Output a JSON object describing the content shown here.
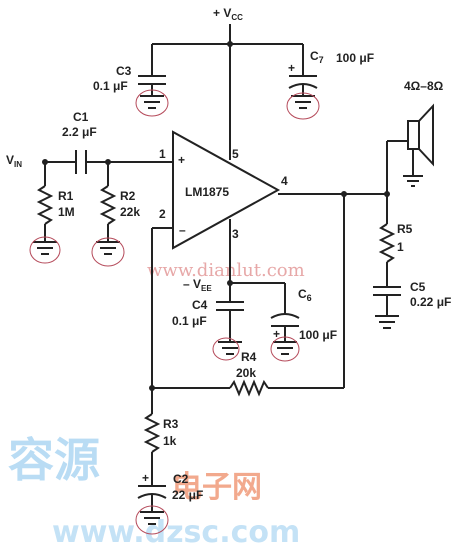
{
  "schematic": {
    "vcc": "+ V",
    "vcc_sub": "CC",
    "vin": "V",
    "vin_sub": "IN",
    "vee": "– V",
    "vee_sub": "EE",
    "opamp": "LM1875",
    "pin1": "1",
    "pin2": "2",
    "pin3": "3",
    "pin4": "4",
    "pin5": "5",
    "plus": "+",
    "minus": "–",
    "c1_ref": "C1",
    "c1_val": "2.2 μF",
    "c2_ref": "C2",
    "c2_val": "22 μF",
    "c3_ref": "C3",
    "c3_val": "0.1 μF",
    "c4_ref": "C4",
    "c4_val": "0.1 μF",
    "c5_ref": "C5",
    "c5_val": "0.22 μF",
    "c6_ref": "C",
    "c6_sub": "6",
    "c6_val": "100 μF",
    "c7_ref": "C",
    "c7_sub": "7",
    "c7_val": "100 μF",
    "r1_ref": "R1",
    "r1_val": "1M",
    "r2_ref": "R2",
    "r2_val": "22k",
    "r3_ref": "R3",
    "r3_val": "1k",
    "r4_ref": "R4",
    "r4_val": "20k",
    "r5_ref": "R5",
    "r5_val": "1",
    "speaker": "4Ω–8Ω"
  },
  "watermark": {
    "site": "www.dianlut.com",
    "cn_big": "容源",
    "cn_mid": "电子网",
    "url": "www.dzsc.com"
  }
}
